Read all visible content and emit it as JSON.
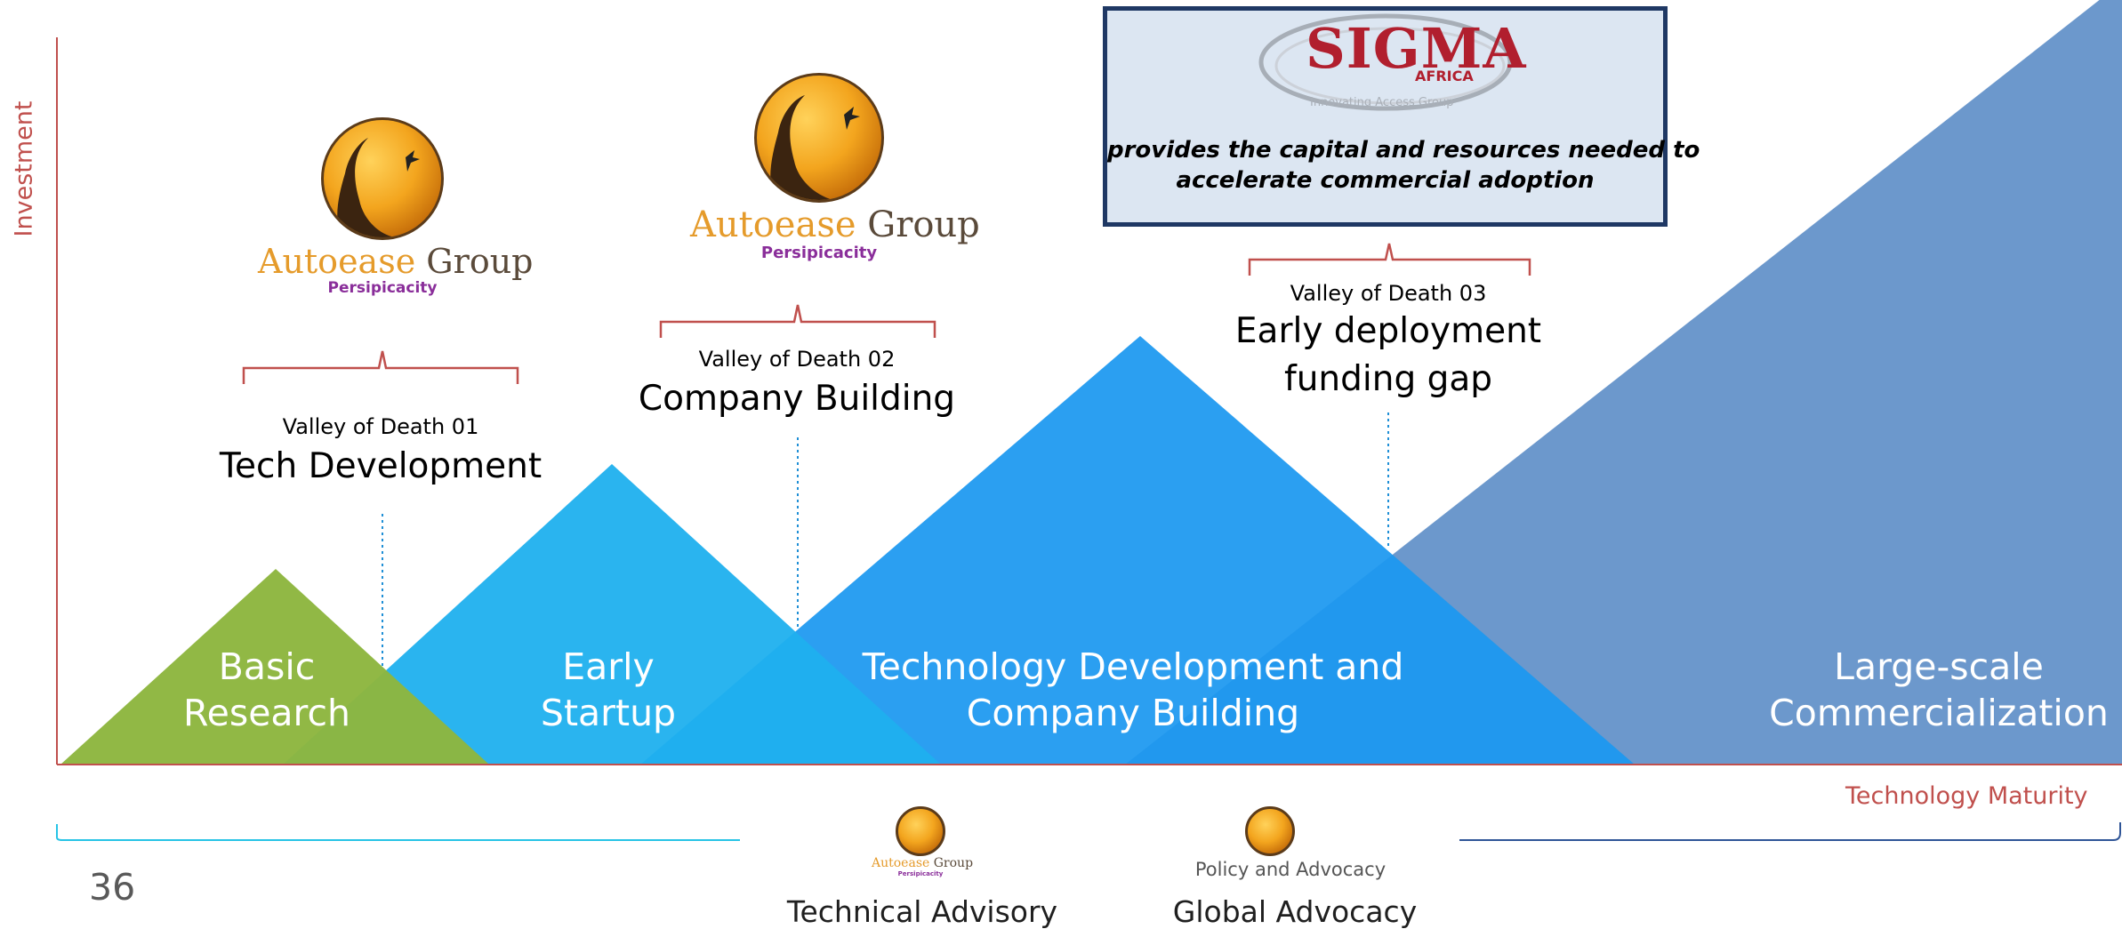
{
  "axes": {
    "y_label": "Investment",
    "x_label": "Technology Maturity"
  },
  "stages": [
    {
      "label": "Basic\nResearch",
      "color": "#8db63f"
    },
    {
      "label": "Early\nStartup",
      "color": "#29b5ee"
    },
    {
      "label": "Technology Development and\nCompany Building",
      "color": "#1e9cf0"
    },
    {
      "label": "Large-scale\nCommercialization",
      "color": "#5f8fc8"
    }
  ],
  "valleys": [
    {
      "number_label": "Valley of Death 01",
      "title": "Tech Development"
    },
    {
      "number_label": "Valley of Death 02",
      "title": "Company Building"
    },
    {
      "number_label": "Valley of Death 03",
      "title": "Early deployment\nfunding gap"
    }
  ],
  "logos": {
    "autoease_word_a": "Autoease",
    "autoease_word_b": "Group",
    "autoease_tagline": "Persipicacity",
    "sigma_brand": "SIGMA",
    "sigma_sub": "AFRICA",
    "sigma_tagline": "Innovating Access Group",
    "policy_caption": "Policy and Advocacy"
  },
  "sigma_statement": "provides the capital and resources needed to\naccelerate commercial adoption",
  "bottom": {
    "technical_advisory": "Technical Advisory",
    "global_advocacy": "Global Advocacy"
  },
  "page_number": "36",
  "colors": {
    "axis_red": "#c0504d",
    "bracket_red": "#c0504d",
    "dotted_blue": "#1f8fd6",
    "left_bracket_cyan": "#27c4e6",
    "right_bracket_blue": "#2f5597",
    "sigma_box_fill": "#dce6f2",
    "sigma_box_border": "#1f3864"
  }
}
